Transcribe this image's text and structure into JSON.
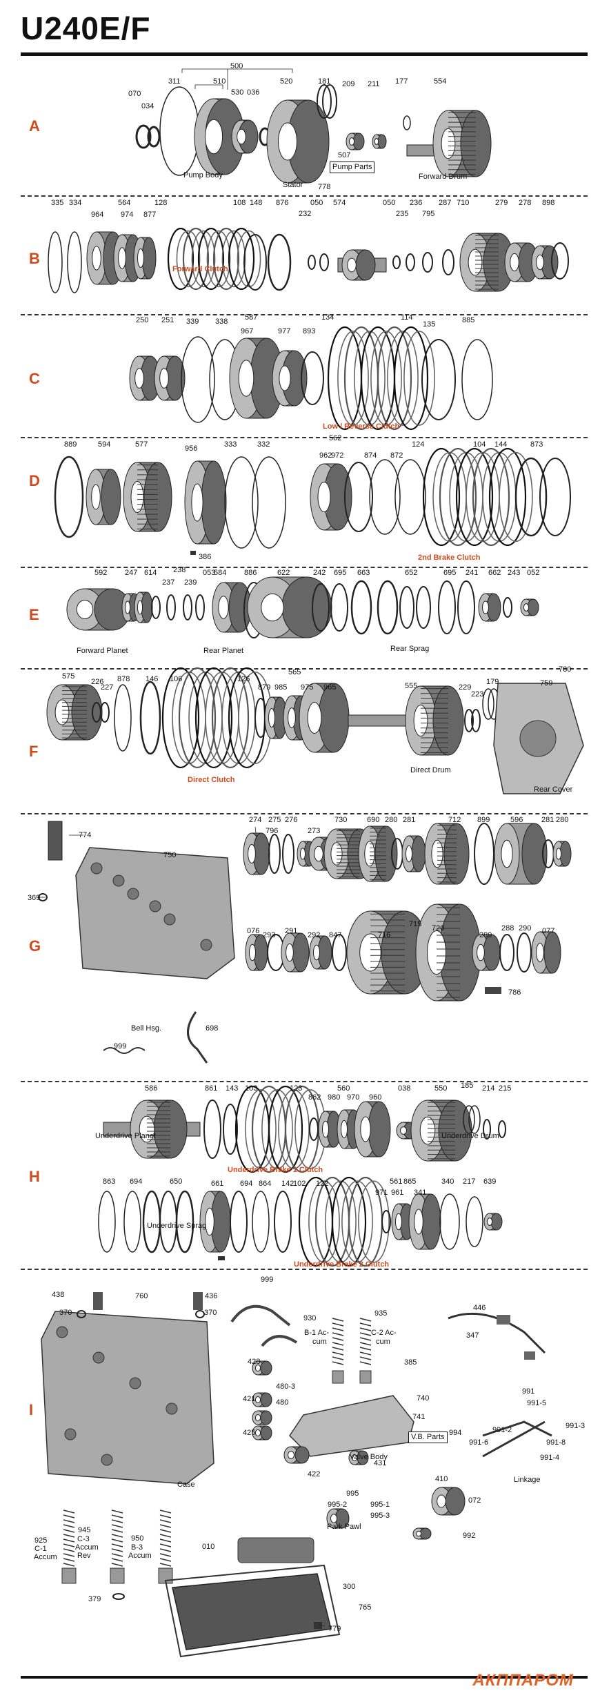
{
  "title": "U240E/F",
  "brand": "АКППАРОМ",
  "sections": {
    "A": {
      "letter": "A",
      "labels": [
        "500",
        "311",
        "510",
        "520",
        "070",
        "034",
        "530",
        "036",
        "181",
        "209",
        "211",
        "177",
        "554",
        "507",
        "778"
      ],
      "captions": [
        "Pump Body",
        "Stator",
        "Forward Drum"
      ],
      "boxes": [
        "Pump Parts"
      ]
    },
    "B": {
      "letter": "B",
      "labels": [
        "335",
        "334",
        "564",
        "128",
        "964",
        "974",
        "877",
        "108",
        "148",
        "876",
        "050",
        "232",
        "574",
        "050",
        "235",
        "236",
        "795",
        "287",
        "710",
        "279",
        "278",
        "898"
      ],
      "red": [
        "Forward Clutch"
      ]
    },
    "C": {
      "letter": "C",
      "labels": [
        "250",
        "251",
        "339",
        "338",
        "587",
        "967",
        "977",
        "893",
        "134",
        "114",
        "135",
        "885"
      ],
      "red": [
        "Low / Reverse Clutch"
      ]
    },
    "D": {
      "letter": "D",
      "labels": [
        "889",
        "594",
        "577",
        "956",
        "333",
        "332",
        "562",
        "962",
        "972",
        "874",
        "872",
        "124",
        "104",
        "144",
        "873",
        "386"
      ],
      "red": [
        "2nd Brake Clutch"
      ]
    },
    "E": {
      "letter": "E",
      "labels": [
        "592",
        "247",
        "614",
        "238",
        "237",
        "239",
        "053",
        "584",
        "886",
        "622",
        "242",
        "695",
        "663",
        "652",
        "695",
        "241",
        "662",
        "243",
        "052"
      ],
      "captions": [
        "Forward Planet",
        "Rear Planet",
        "Rear Sprag"
      ]
    },
    "F": {
      "letter": "F",
      "labels": [
        "575",
        "226",
        "227",
        "878",
        "146",
        "106",
        "126",
        "565",
        "879",
        "985",
        "975",
        "965",
        "555",
        "229",
        "223",
        "179",
        "780",
        "759"
      ],
      "captions": [
        "Direct Drum",
        "Rear Cover"
      ],
      "red": [
        "Direct Clutch"
      ]
    },
    "G": {
      "letter": "G",
      "labels": [
        "774",
        "369",
        "750",
        "274",
        "275",
        "276",
        "796",
        "273",
        "730",
        "690",
        "280",
        "281",
        "712",
        "899",
        "596",
        "281",
        "280",
        "076",
        "293",
        "291",
        "715",
        "292",
        "847",
        "716",
        "720",
        "289",
        "288",
        "290",
        "077",
        "786",
        "698",
        "999"
      ],
      "captions": [
        "Bell Hsg."
      ]
    },
    "H": {
      "letter": "H",
      "labels": [
        "586",
        "861",
        "143",
        "103",
        "123",
        "560",
        "862",
        "980",
        "970",
        "960",
        "038",
        "550",
        "185",
        "214",
        "215",
        "863",
        "694",
        "650",
        "661",
        "694",
        "864",
        "142",
        "102",
        "122",
        "561",
        "865",
        "971",
        "961",
        "341",
        "340",
        "217",
        "639"
      ],
      "captions": [
        "Underdrive Planet",
        "Underdrive Drum",
        "Underdrive Sprag"
      ],
      "red": [
        "Underdrive Brake 1 Clutch",
        "Underdrive Brake 2 Clutch"
      ]
    },
    "I": {
      "letter": "I",
      "labels": [
        "438",
        "760",
        "436",
        "370",
        "370",
        "999",
        "930",
        "935",
        "446",
        "347",
        "385",
        "428",
        "480-3",
        "421",
        "480",
        "425",
        "740",
        "741",
        "422",
        "431",
        "991",
        "991-5",
        "994",
        "991-2",
        "991-3",
        "991-6",
        "991-8",
        "991-4",
        "410",
        "072",
        "995",
        "995-2",
        "995-1",
        "995-3",
        "992",
        "925",
        "945",
        "950",
        "010",
        "379",
        "300",
        "765",
        "779"
      ],
      "captions": [
        "Case",
        "Valve Body",
        "Linkage",
        "Park Pawl"
      ],
      "multi": [
        "B-1 Ac-",
        "cum",
        "C-2 Ac-",
        "cum",
        "C-1",
        "Accum",
        "C-3",
        "Accum",
        "Rev",
        "B-3",
        "Accum"
      ],
      "boxes": [
        "V.B. Parts"
      ]
    }
  }
}
